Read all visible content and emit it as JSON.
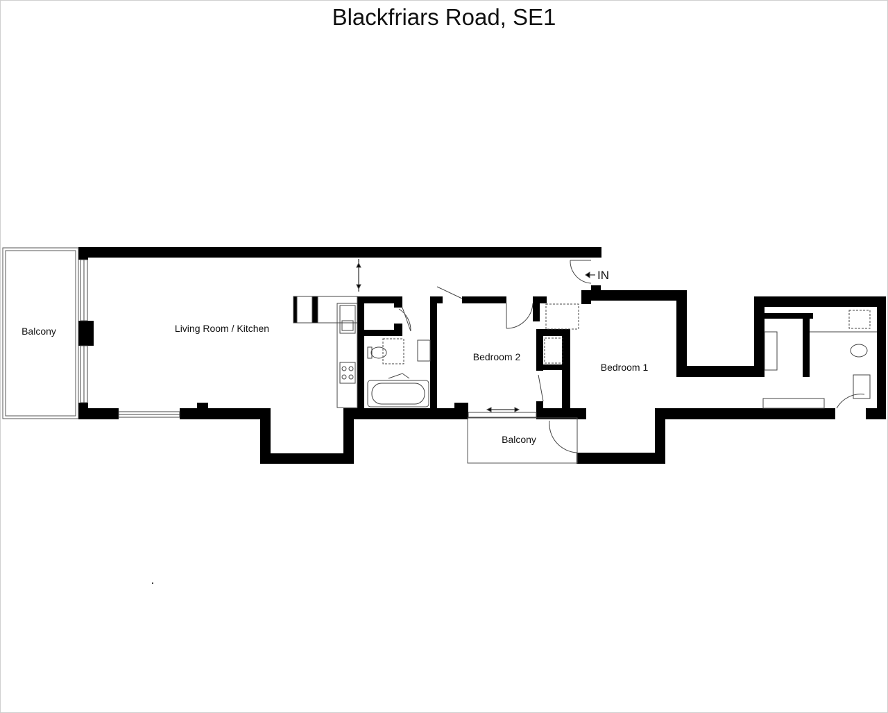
{
  "title": "Blackfriars Road, SE1",
  "rooms": {
    "balcony_west": "Balcony",
    "living_kitchen": "Living Room / Kitchen",
    "bedroom_2": "Bedroom 2",
    "bedroom_1": "Bedroom 1",
    "balcony_south": "Balcony"
  },
  "entrance_label": "IN",
  "colors": {
    "wall": "#000000",
    "fixture": "#444444",
    "background": "#ffffff"
  }
}
